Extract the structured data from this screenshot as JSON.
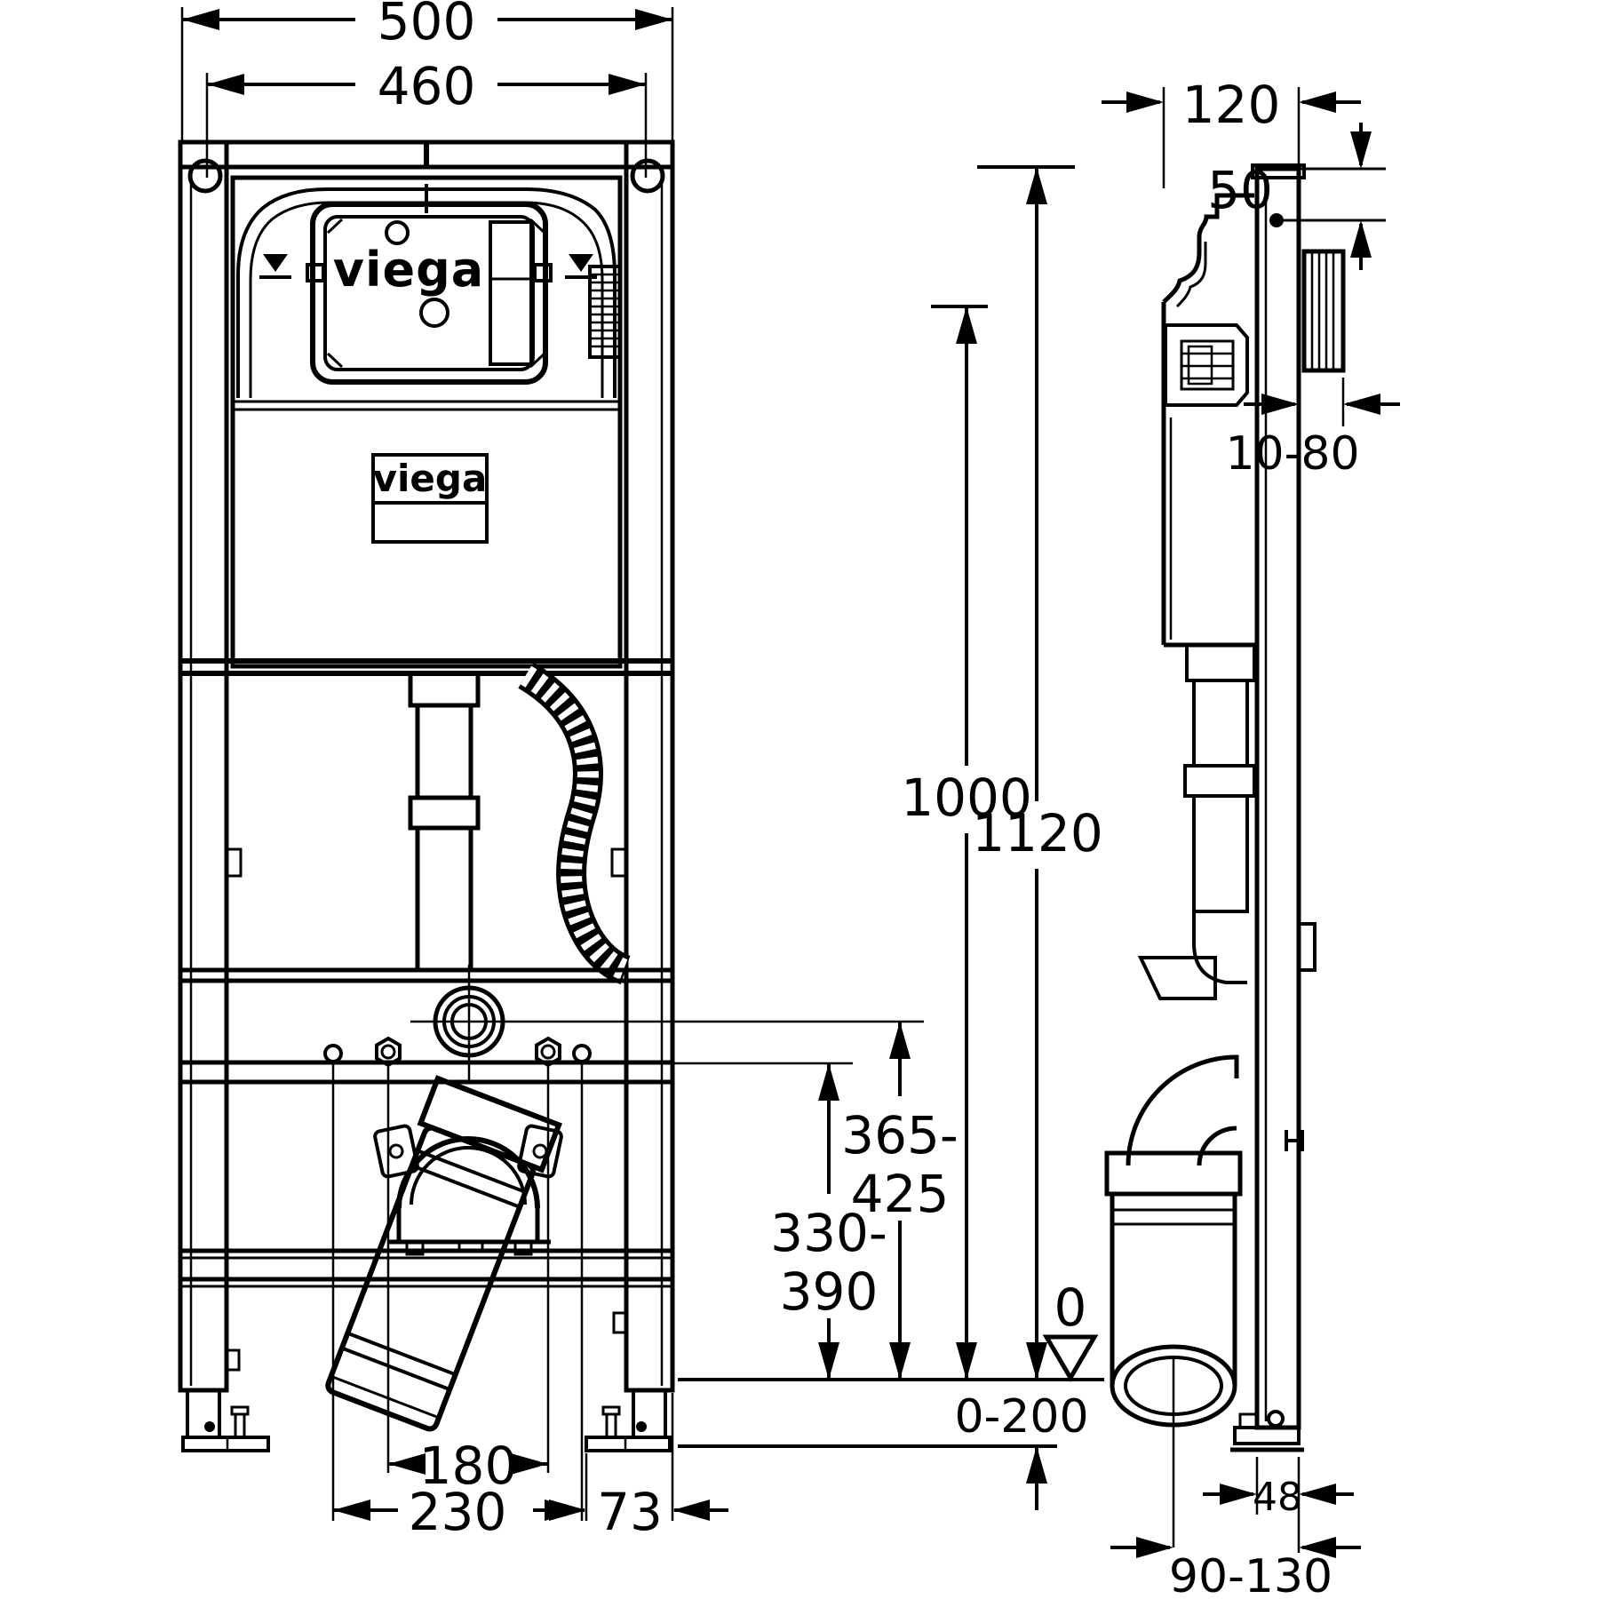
{
  "drawing": {
    "brand": "viega",
    "front": {
      "width_overall": "500",
      "width_inner": "460",
      "frame_height": "1120",
      "reference_height": "1000",
      "supply_height_line1": "365-",
      "supply_height_line2": "425",
      "fixing_height_line1": "330-",
      "fixing_height_line2": "390",
      "fixing_spacing": "180",
      "rod_spacing": "230",
      "foot_offset": "73",
      "floor_buildup": "0-200",
      "datum": "0",
      "logo_service_window": "viega",
      "logo_plate": "viega"
    },
    "side": {
      "depth": "120",
      "plate_top_offset": "50",
      "wall_finish_range": "10-80",
      "profile_depth": "48",
      "outlet_axis_range": "90-130"
    }
  }
}
